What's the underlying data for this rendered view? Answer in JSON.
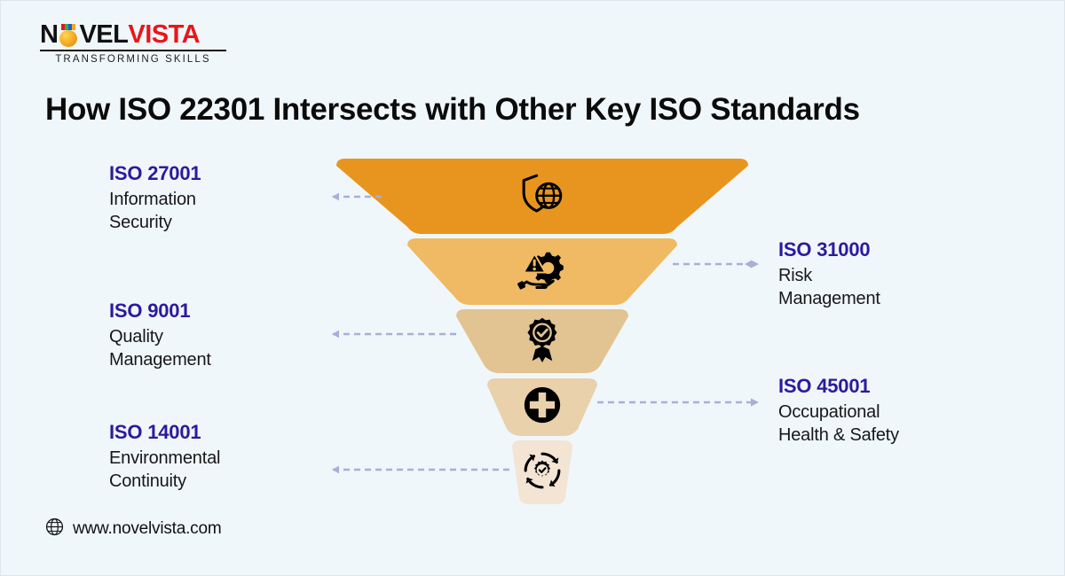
{
  "brand": {
    "name_part1": "N",
    "name_part2": "VEL",
    "name_part3": "VISTA",
    "tagline": "TRANSFORMING SKILLS",
    "medal_icon": "medal-icon",
    "colors": {
      "red": "#e8161a",
      "dark": "#111111",
      "gold": "#f5a623"
    }
  },
  "header": {
    "title": "How ISO 22301 Intersects with Other Key ISO Standards"
  },
  "funnel": {
    "segments": [
      {
        "id": "iso-27001",
        "color": "#e8951f",
        "icon": "shield-globe-icon",
        "side": "left"
      },
      {
        "id": "iso-31000",
        "color": "#efba63",
        "icon": "risk-gear-hand-icon",
        "side": "right"
      },
      {
        "id": "iso-9001",
        "color": "#e2c392",
        "icon": "award-ribbon-check-icon",
        "side": "left"
      },
      {
        "id": "iso-45001",
        "color": "#e8d1ab",
        "icon": "medical-cross-icon",
        "side": "right"
      },
      {
        "id": "iso-14001",
        "color": "#f4e4d4",
        "icon": "continuity-cycle-icon",
        "side": "left"
      }
    ]
  },
  "labels": {
    "left": [
      {
        "code": "ISO 27001",
        "line1": "Information",
        "line2": "Security"
      },
      {
        "code": "ISO 9001",
        "line1": "Quality",
        "line2": "Management"
      },
      {
        "code": "ISO 14001",
        "line1": "Environmental",
        "line2": "Continuity"
      }
    ],
    "right": [
      {
        "code": "ISO 31000",
        "line1": "Risk",
        "line2": "Management"
      },
      {
        "code": "ISO 45001",
        "line1": "Occupational",
        "line2": "Health & Safety"
      }
    ]
  },
  "connectors": {
    "arrow_color": "#a9afd8",
    "style": "dashed"
  },
  "footer": {
    "icon": "globe-icon",
    "url": "www.novelvista.com"
  },
  "theme": {
    "background": "#f0f7fa",
    "accent_indigo": "#2b1a9e",
    "text_dark": "#17171a"
  }
}
